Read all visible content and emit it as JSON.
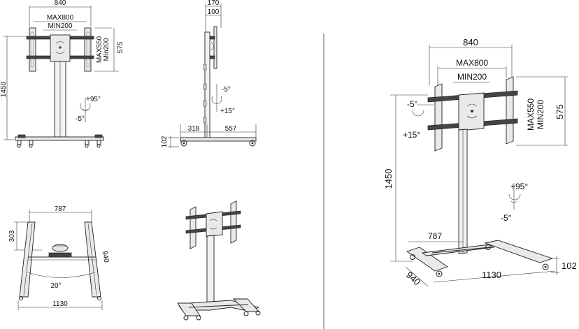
{
  "front_view": {
    "width_total": "840",
    "vesa_max_w": "MAX800",
    "vesa_min_w": "MIN200",
    "vesa_max_h": "MAX550",
    "vesa_min_h": "Min200",
    "bracket_h": "575",
    "total_h": "1450",
    "tilt_up": "+95°",
    "tilt_down": "-5°"
  },
  "side_view": {
    "depth_top": "170",
    "depth_bracket": "100",
    "tilt_back": "-5°",
    "tilt_fwd": "+15°",
    "base_front": "318",
    "base_rear": "557",
    "wheel_h": "102"
  },
  "top_view": {
    "inner_w": "787",
    "leg_offset": "303",
    "leg_len": "940",
    "angle": "20°",
    "outer_w": "1130"
  },
  "iso_view": {
    "width_total": "840",
    "vesa_max_w": "MAX800",
    "vesa_min_w": "MIN200",
    "vesa_max_h": "MAX550",
    "vesa_min_h": "MIN200",
    "bracket_h": "575",
    "total_h": "1450",
    "tilt_back": "-5°",
    "tilt_fwd": "+15°",
    "rot_up": "+95°",
    "rot_down": "-5°",
    "inner_w": "787",
    "leg_len": "940",
    "outer_w": "1130",
    "wheel_h": "102"
  }
}
